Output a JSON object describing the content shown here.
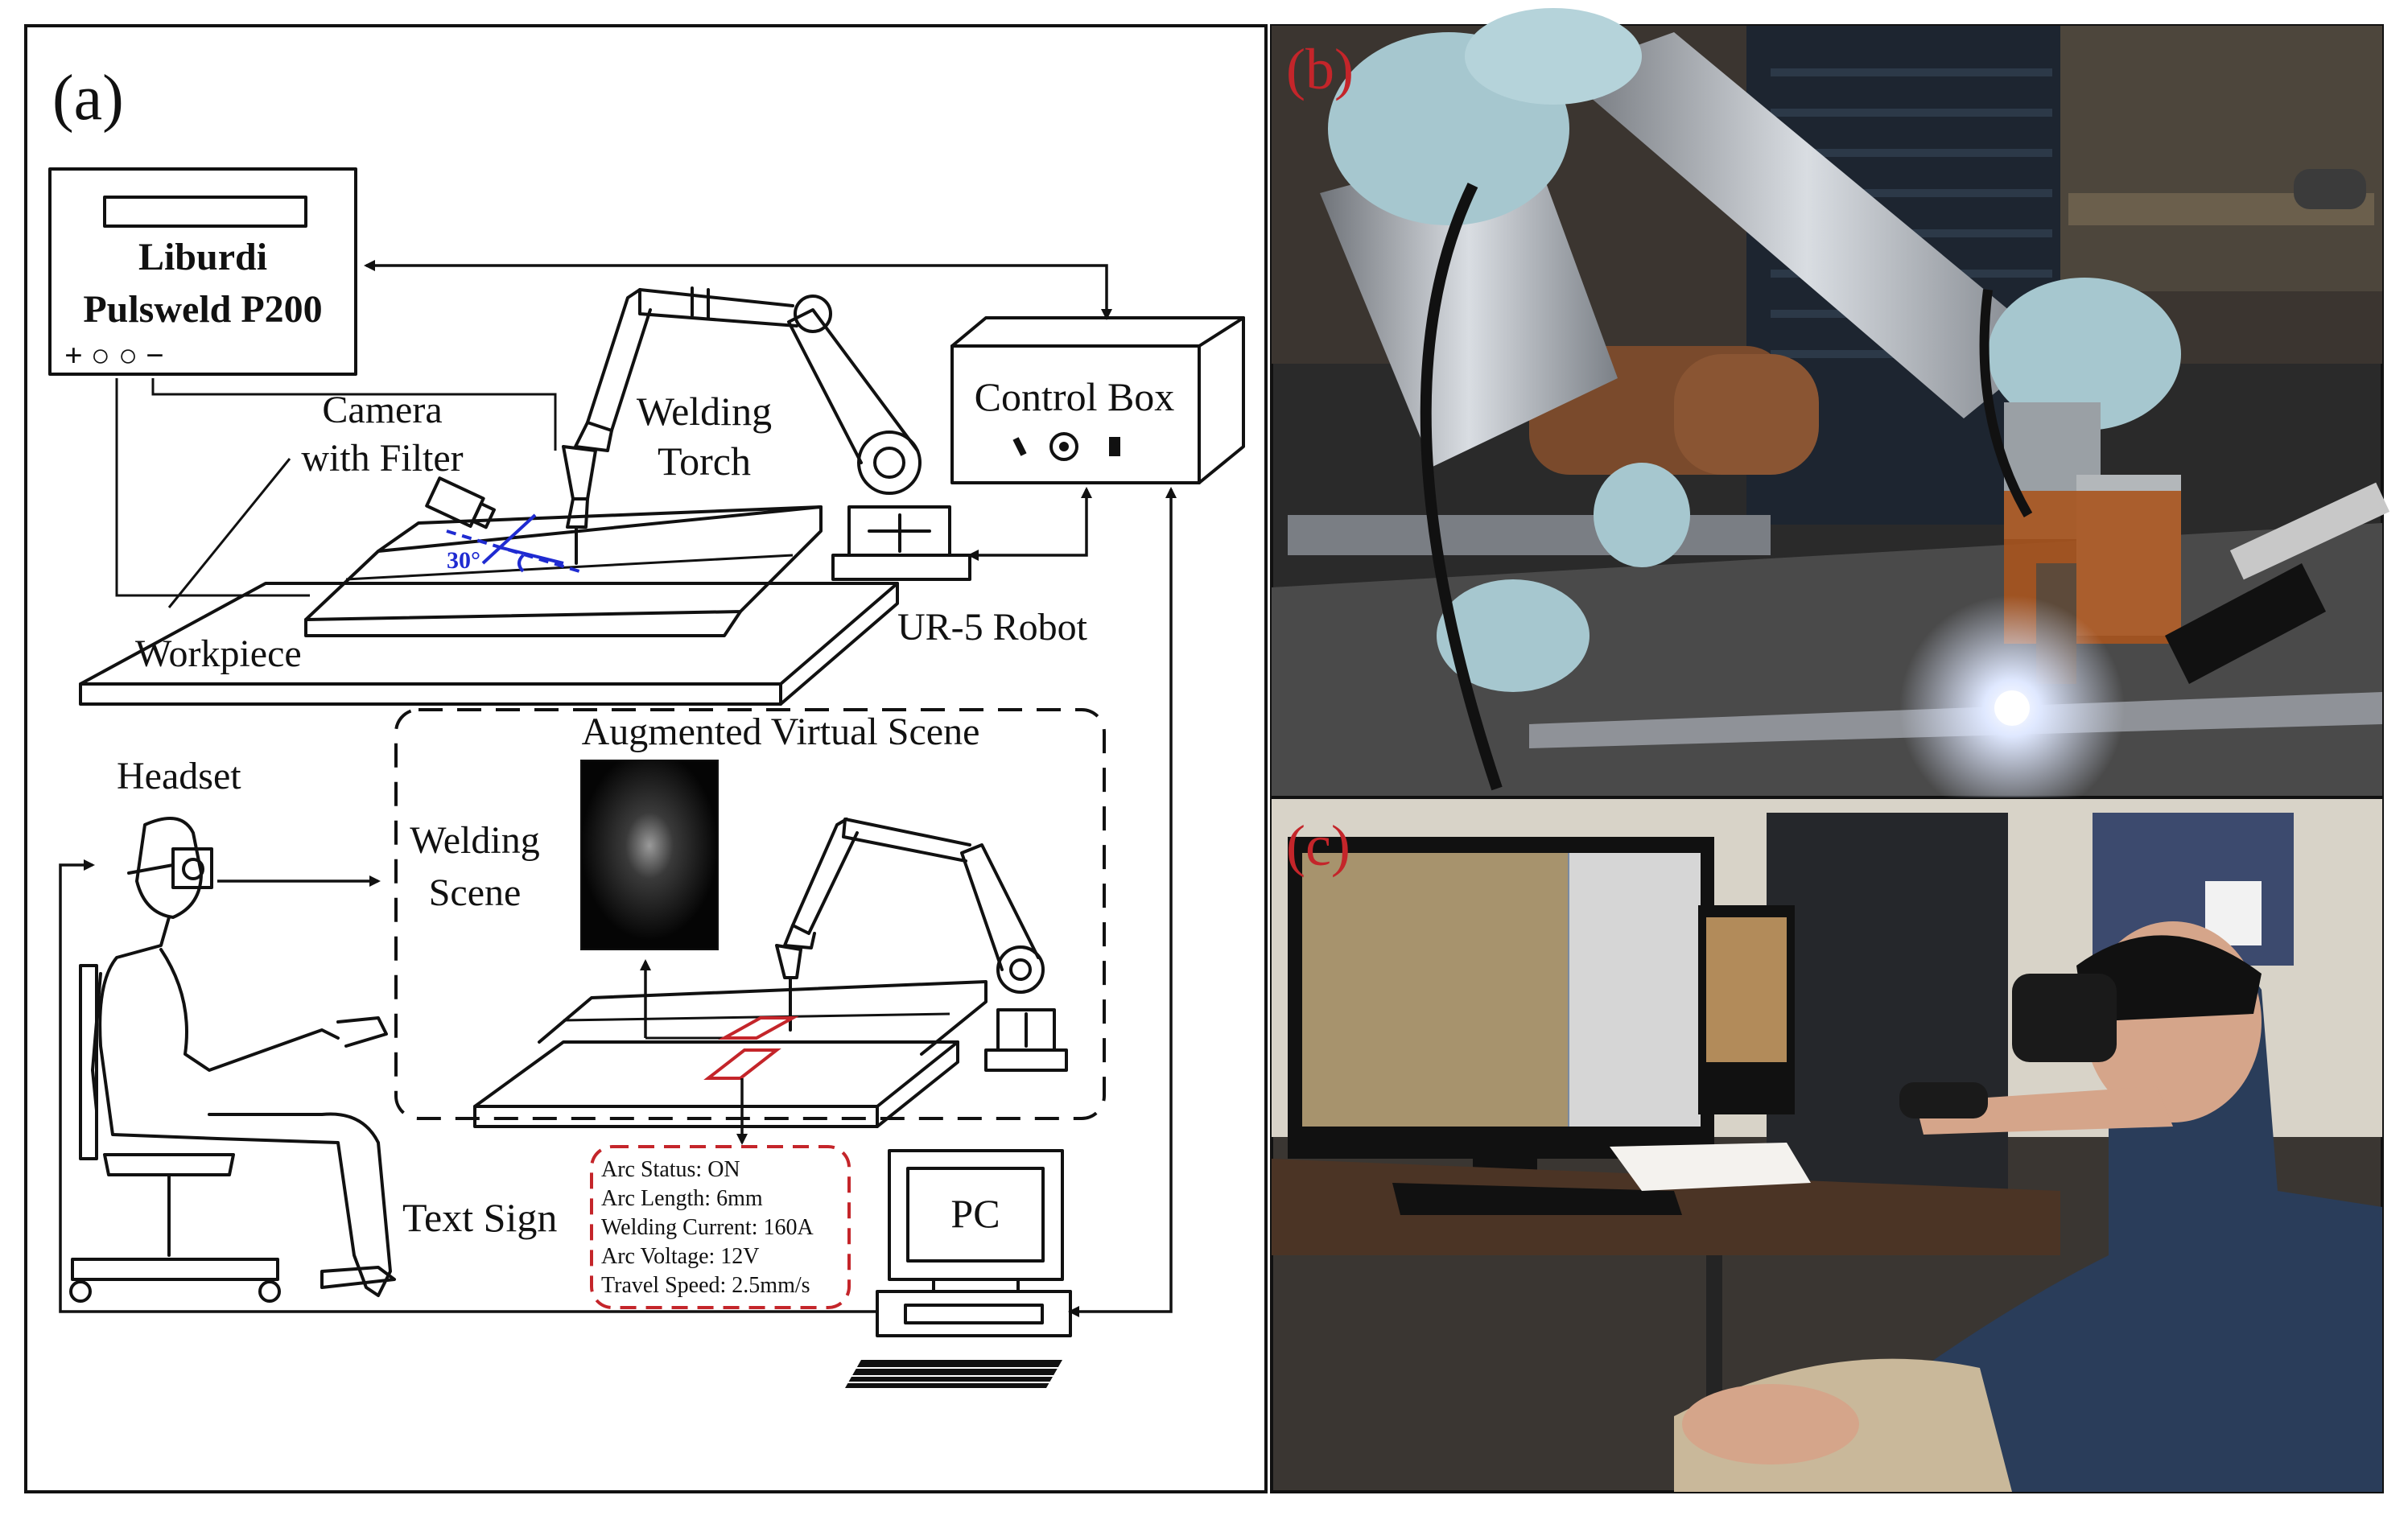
{
  "panels": {
    "a": {
      "tag": "(a)",
      "power_supply": {
        "line1": "Liburdi",
        "line2": "Pulsweld P200",
        "terminals": "+ ○ ○ −"
      },
      "control_box": {
        "label": "Control Box"
      },
      "camera": {
        "line1": "Camera",
        "line2": "with Filter"
      },
      "torch": {
        "line1": "Welding",
        "line2": "Torch"
      },
      "angle": "30°",
      "workpiece": "Workpiece",
      "robot": "UR-5 Robot",
      "headset": "Headset",
      "virtual_scene": "Augmented Virtual Scene",
      "welding_scene": {
        "line1": "Welding",
        "line2": "Scene"
      },
      "text_sign_label": "Text Sign",
      "text_sign_lines": [
        "Arc Status: ON",
        "Arc Length: 6mm",
        "Welding Current: 160A",
        "Arc Voltage: 12V",
        "Travel Speed: 2.5mm/s"
      ],
      "pc": "PC"
    },
    "b": {
      "tag": "(b)"
    },
    "c": {
      "tag": "(c)"
    }
  }
}
